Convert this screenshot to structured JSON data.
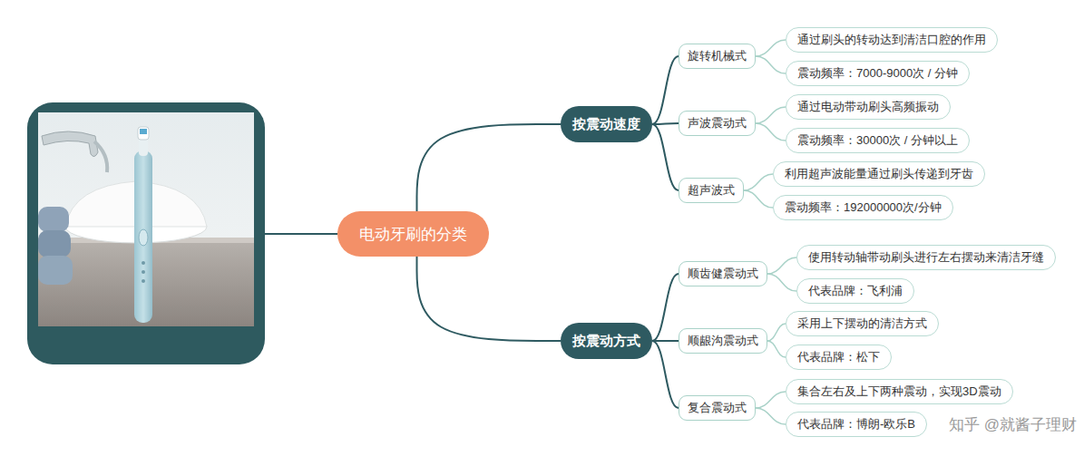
{
  "diagram": {
    "nodes": [
      {
        "text": [
          "电动牙刷的分类"
        ]
      },
      {
        "text": [
          "按震动速度"
        ]
      },
      {
        "text": [
          "旋转机械式"
        ]
      },
      {
        "text": [
          "通过刷头的转动达到清洁口腔的作用"
        ]
      },
      {
        "text": [
          "震动频率：7000-9000次 / 分钟"
        ]
      },
      {
        "text": [
          "声波震动式"
        ]
      },
      {
        "text": [
          "通过电动带动刷头高频振动"
        ]
      },
      {
        "text": [
          "震动频率：30000次 / 分钟以上"
        ]
      },
      {
        "text": [
          "超声波式"
        ]
      },
      {
        "text": [
          "利用超声波能量通过刷头传递到牙齿"
        ]
      },
      {
        "text": [
          "震动频率：192000000次/分钟"
        ]
      },
      {
        "text": [
          "按震动方式"
        ]
      },
      {
        "text": [
          "顺齿健震动式"
        ]
      },
      {
        "text": [
          "使用转动轴带动刷头进行左右摆动来清洁牙缝"
        ]
      },
      {
        "text": [
          "代表品牌：飞利浦"
        ]
      },
      {
        "text": [
          "顺龈沟震动式"
        ]
      },
      {
        "text": [
          "采用上下摆动的清洁方式"
        ]
      },
      {
        "text": [
          "代表品牌：松下"
        ]
      },
      {
        "text": [
          "复合震动式"
        ]
      },
      {
        "text": [
          "集合左右及上下两种震动，实现3D震动"
        ]
      },
      {
        "text": [
          "代表品牌：博朗-欧乐B"
        ]
      }
    ],
    "edges": [
      {
        "from": 0,
        "to": 1,
        "arrow": "none"
      },
      {
        "from": 1,
        "to": 2,
        "arrow": "none"
      },
      {
        "from": 2,
        "to": 3,
        "arrow": "none"
      },
      {
        "from": 2,
        "to": 4,
        "arrow": "none"
      },
      {
        "from": 1,
        "to": 5,
        "arrow": "none"
      },
      {
        "from": 5,
        "to": 6,
        "arrow": "none"
      },
      {
        "from": 5,
        "to": 7,
        "arrow": "none"
      },
      {
        "from": 1,
        "to": 8,
        "arrow": "none"
      },
      {
        "from": 8,
        "to": 9,
        "arrow": "none"
      },
      {
        "from": 8,
        "to": 10,
        "arrow": "none"
      },
      {
        "from": 0,
        "to": 11,
        "arrow": "none"
      },
      {
        "from": 11,
        "to": 12,
        "arrow": "none"
      },
      {
        "from": 12,
        "to": 13,
        "arrow": "none"
      },
      {
        "from": 12,
        "to": 14,
        "arrow": "none"
      },
      {
        "from": 11,
        "to": 15,
        "arrow": "none"
      },
      {
        "from": 15,
        "to": 16,
        "arrow": "none"
      },
      {
        "from": 15,
        "to": 17,
        "arrow": "none"
      },
      {
        "from": 11,
        "to": 18,
        "arrow": "none"
      },
      {
        "from": 18,
        "to": 19,
        "arrow": "none"
      },
      {
        "from": 18,
        "to": 20,
        "arrow": "none"
      }
    ],
    "labels": [
      "知乎 @就酱子理财"
    ]
  }
}
